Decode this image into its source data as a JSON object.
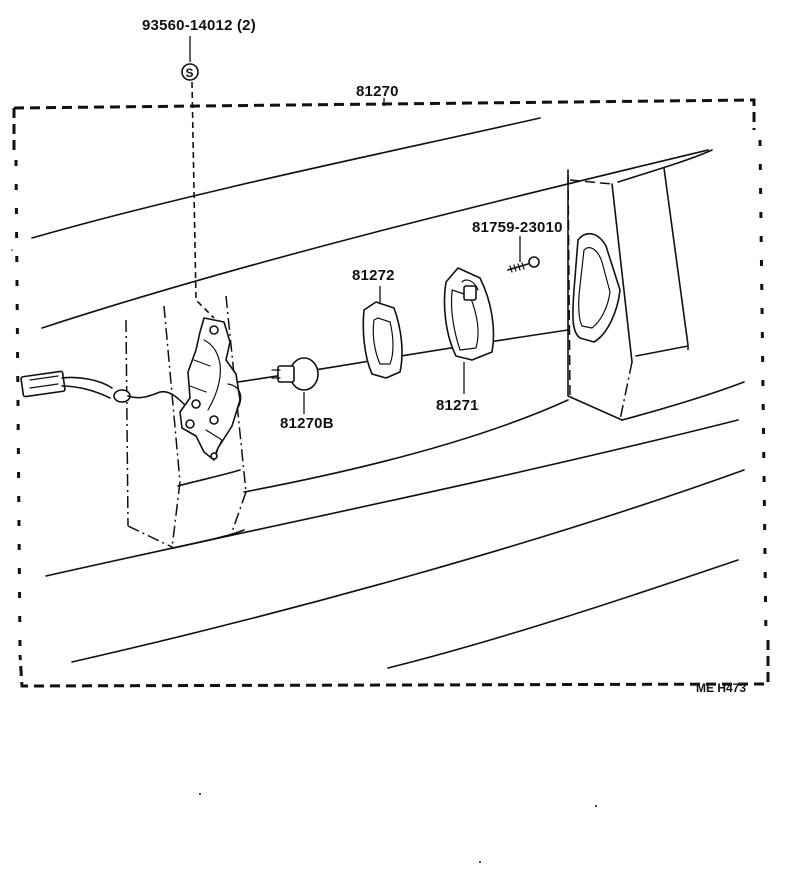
{
  "diagram": {
    "labels": {
      "assembly": "81270",
      "bolt": "93560-14012 (2)",
      "bolt_mark": "S",
      "screw": "81759-23010",
      "lens_gasket": "81272",
      "lens": "81271",
      "bulb": "81270B",
      "figure_code": "ME H473"
    }
  }
}
